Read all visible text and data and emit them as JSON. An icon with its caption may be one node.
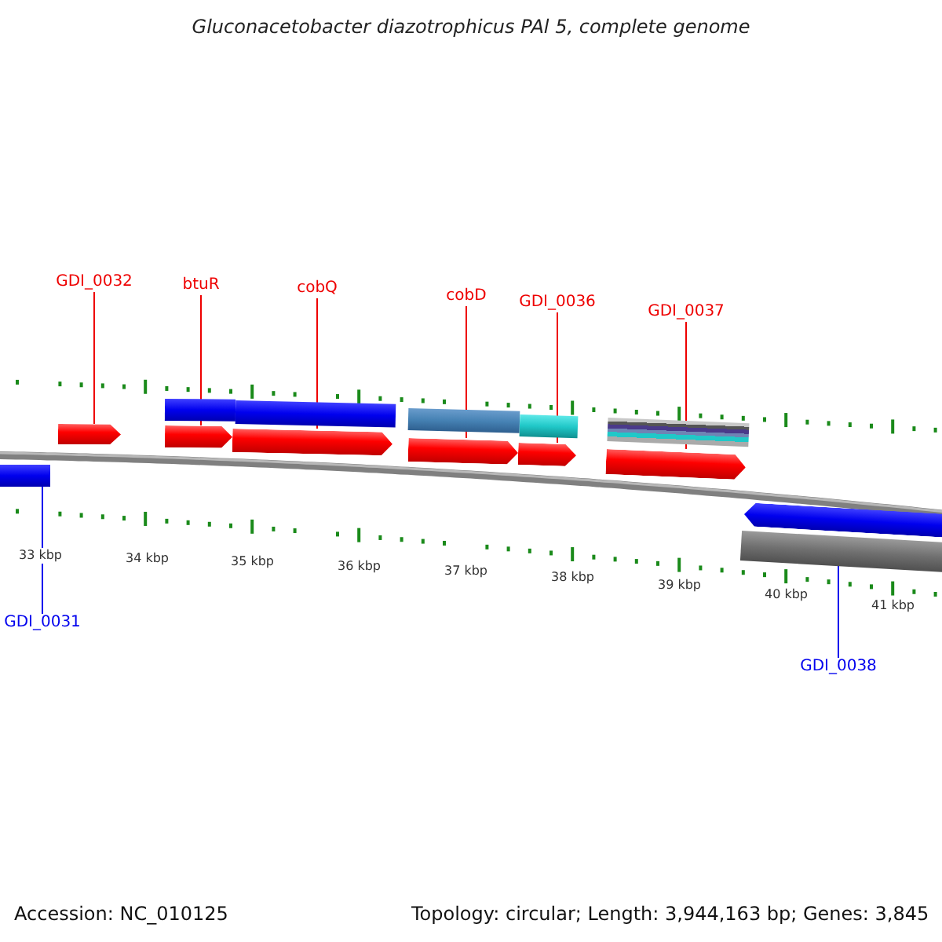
{
  "diagram": {
    "title": "Gluconacetobacter diazotrophicus PAl 5, complete genome",
    "nodes": [
      {
        "text": [
          "GDI_0032"
        ]
      },
      {
        "text": [
          "btuR"
        ]
      },
      {
        "text": [
          "cobQ"
        ]
      },
      {
        "text": [
          "cobD"
        ]
      },
      {
        "text": [
          "GDI_0036"
        ]
      },
      {
        "text": [
          "GDI_0037"
        ]
      },
      {
        "text": [
          "GDI_0031"
        ]
      },
      {
        "text": [
          "GDI_0038"
        ]
      },
      {
        "text": [],
        "shape": "bar"
      },
      {
        "text": [],
        "shape": "bar"
      },
      {
        "text": [],
        "shape": "bar"
      },
      {
        "text": [],
        "shape": "bar"
      },
      {
        "text": [],
        "shape": "bar"
      },
      {
        "text": [],
        "shape": "bar"
      },
      {
        "text": [],
        "shape": "bar"
      },
      {
        "text": [],
        "shape": "bar"
      },
      {
        "text": [],
        "shape": "box"
      },
      {
        "text": [],
        "shape": "box"
      },
      {
        "text": [],
        "shape": "box"
      },
      {
        "text": [],
        "shape": "box"
      },
      {
        "text": [],
        "shape": "box"
      },
      {
        "text": [],
        "shape": "box"
      }
    ],
    "edges": [
      {
        "from": 0,
        "to": 9,
        "arrow": "none"
      },
      {
        "from": 1,
        "to": 10,
        "arrow": "none"
      },
      {
        "from": 2,
        "to": 11,
        "arrow": "none"
      },
      {
        "from": 3,
        "to": 12,
        "arrow": "none"
      },
      {
        "from": 4,
        "to": 13,
        "arrow": "none"
      },
      {
        "from": 5,
        "to": 14,
        "arrow": "none"
      },
      {
        "from": 6,
        "to": 8,
        "arrow": "none",
        "color": "#0000ee"
      },
      {
        "from": 7,
        "to": 15,
        "arrow": "none",
        "color": "#0000ee"
      }
    ],
    "labels": [
      "33 kbp",
      "34 kbp",
      "35 kbp",
      "36 kbp",
      "37 kbp",
      "38 kbp",
      "39 kbp",
      "40 kbp",
      "41 kbp",
      "Accession: NC_010125",
      "Topology: circular; Length: 3,944,163 bp; Genes: 3,845"
    ]
  }
}
